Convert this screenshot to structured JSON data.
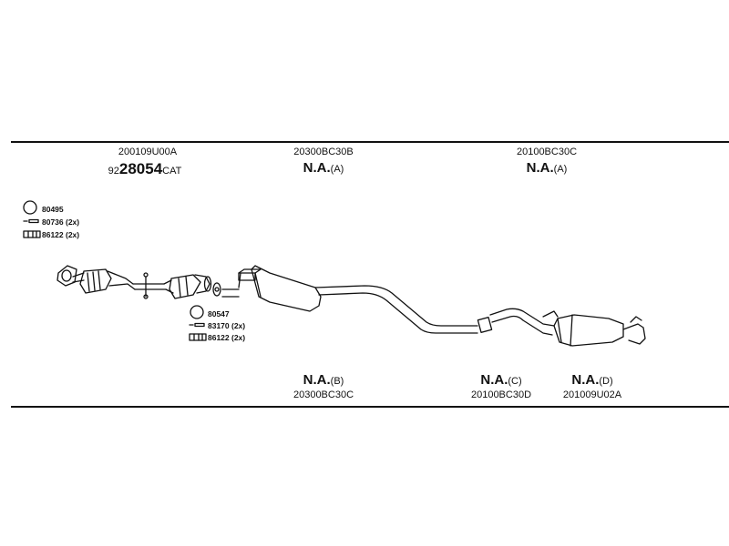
{
  "top": {
    "col1": {
      "part": "200109U00A",
      "prefix": "92",
      "number": "28054",
      "suffix": "CAT"
    },
    "col2": {
      "part": "20300BC30B",
      "na": "N.A.",
      "tag": "(A)"
    },
    "col3": {
      "part": "20100BC30C",
      "na": "N.A.",
      "tag": "(A)"
    }
  },
  "hardware_a": [
    {
      "icon": "gasket-ring-icon",
      "code": "80495"
    },
    {
      "icon": "bolt-icon",
      "code": "80736 (2x)"
    },
    {
      "icon": "nut-icon",
      "code": "86122 (2x)"
    }
  ],
  "hardware_b": [
    {
      "icon": "gasket-ring-icon",
      "code": "80547"
    },
    {
      "icon": "bolt-icon",
      "code": "83170 (2x)"
    },
    {
      "icon": "nut-icon",
      "code": "86122 (2x)"
    }
  ],
  "bottom": {
    "b": {
      "na": "N.A.",
      "tag": "(B)",
      "part": "20300BC30C"
    },
    "c": {
      "na": "N.A.",
      "tag": "(C)",
      "part": "20100BC30D"
    },
    "d": {
      "na": "N.A.",
      "tag": "(D)",
      "part": "201009U02A"
    }
  }
}
